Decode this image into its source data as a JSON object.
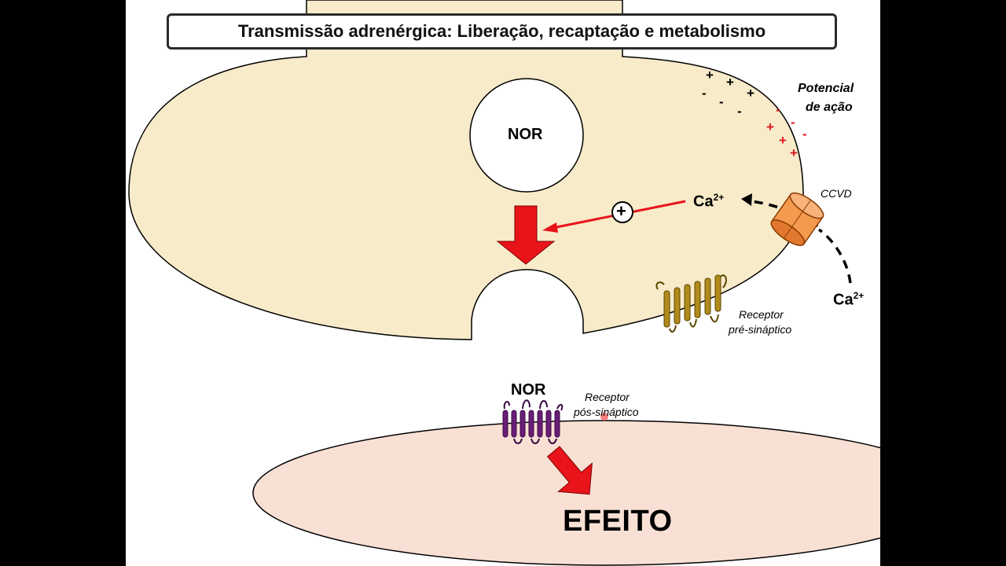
{
  "title": "Transmissão adrenérgica: Liberação, recaptação e metabolismo",
  "labels": {
    "vesicle": "NOR",
    "action_potential_line1": "Potencial",
    "action_potential_line2": "de ação",
    "channel": "CCVD",
    "calcium_inside": "Ca",
    "calcium_outside": "Ca",
    "calcium_charge": "2+",
    "plus_symbol": "+",
    "presynaptic_receptor_line1": "Receptor",
    "presynaptic_receptor_line2": "pré-sináptico",
    "released_nor": "NOR",
    "postsynaptic_receptor_line1": "Receptor",
    "postsynaptic_receptor_line2": "pós-sináptico",
    "effect": "EFEITO"
  },
  "charges": {
    "black_plus": "+",
    "black_minus": "-",
    "red_plus": "+",
    "red_minus": "-"
  },
  "colors": {
    "background": "#000000",
    "slide": "#ffffff",
    "presynaptic_fill": "#f8ebca",
    "postsynaptic_fill": "#f9e0d4",
    "arrow_red": "#e8141a",
    "channel_orange": "#f39a4f",
    "receptor_gold": "#b08a1c",
    "receptor_purple": "#6a1e78",
    "charge_red": "#e0141a"
  }
}
